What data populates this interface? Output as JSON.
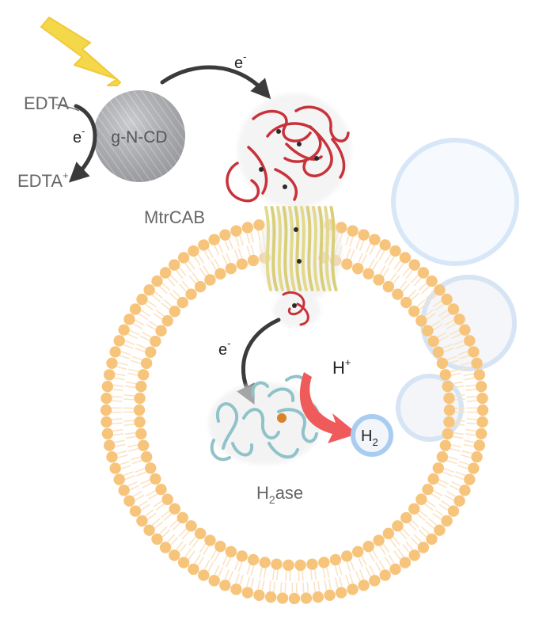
{
  "labels": {
    "edta": "EDTA",
    "edta_plus_base": "EDTA",
    "edta_plus_sup": "+",
    "electron_base": "e",
    "electron_sup": "-",
    "carbon_dot": "g-N-CD",
    "mtrcab": "MtrCAB",
    "proton_base": "H",
    "proton_sup": "+",
    "h2_base": "H",
    "h2_sub": "2",
    "h2ase_prefix": "H",
    "h2ase_sub": "2",
    "h2ase_suffix": "ase"
  },
  "colors": {
    "sunlight": "#f5d74a",
    "lipid_head": "#f7c47c",
    "lipid_tail": "#fbe3c4",
    "carbon_dot": "#a6a8ad",
    "electron_arrow": "#3b3b3b",
    "proton_arrow": "#ef5b5b",
    "mtrcab_red": "#c8323a",
    "mtrcab_yellow": "#e3d98a",
    "hydrogenase": "#8fc3c9",
    "bubble": "#cfe3f6",
    "text": "#666666"
  },
  "icons": {
    "sunlight": "lightning-bolt-icon",
    "bubbles": "gas-bubble-icon"
  }
}
